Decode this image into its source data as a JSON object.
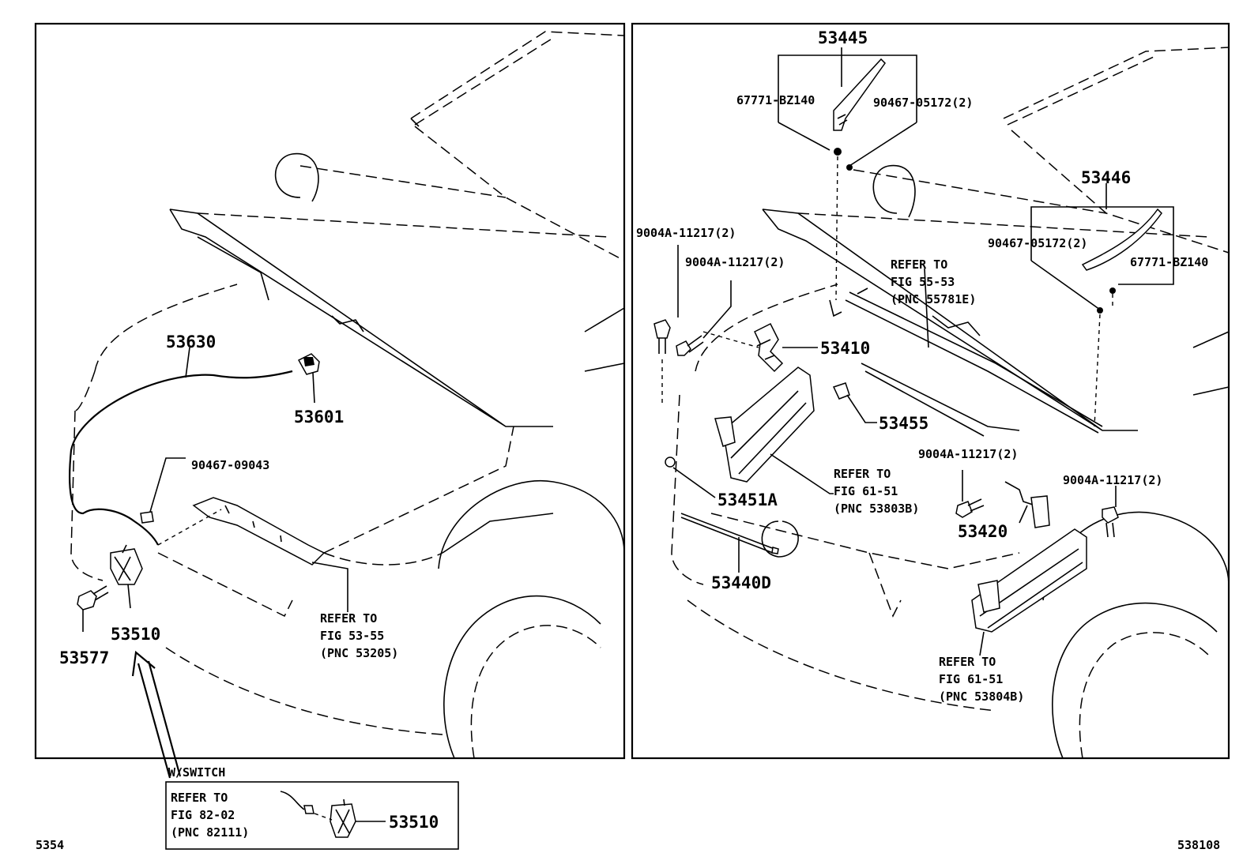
{
  "page": {
    "left_code": "5354",
    "right_code": "538108"
  },
  "left_panel": {
    "cable": "53630",
    "grommet": "53601",
    "clip": "90467-09043",
    "lock": "53510",
    "bolt": "53577",
    "ref": {
      "line1": "REFER TO",
      "line2": "FIG 53-55",
      "line3": "(PNC 53205)"
    }
  },
  "switch_box": {
    "title": "W/SWITCH",
    "ref": {
      "line1": "REFER TO",
      "line2": "FIG 82-02",
      "line3": "(PNC 82111)"
    },
    "part": "53510"
  },
  "right_panel": {
    "seal_lh": {
      "part": "53445",
      "label": "67771-BZ140",
      "clip": "90467-05172(2)"
    },
    "seal_rh": {
      "part": "53446",
      "label": "67771-BZ140",
      "clip": "90467-05172(2)"
    },
    "bolt_1": "9004A-11217(2)",
    "bolt_2": "9004A-11217(2)",
    "bolt_3": "9004A-11217(2)",
    "bolt_4": "9004A-11217(2)",
    "ref_hood": {
      "line1": "REFER TO",
      "line2": "FIG 55-53",
      "line3": "(PNC 55781E)"
    },
    "hinge_lh": "53410",
    "hinge_rh": "53420",
    "cushion": "53455",
    "bracket": "53451A",
    "support_rod": "53440D",
    "ref_apron_lh": {
      "line1": "REFER TO",
      "line2": "FIG 61-51",
      "line3": "(PNC 53803B)"
    },
    "ref_apron_rh": {
      "line1": "REFER TO",
      "line2": "FIG 61-51",
      "line3": "(PNC 53804B)"
    }
  }
}
